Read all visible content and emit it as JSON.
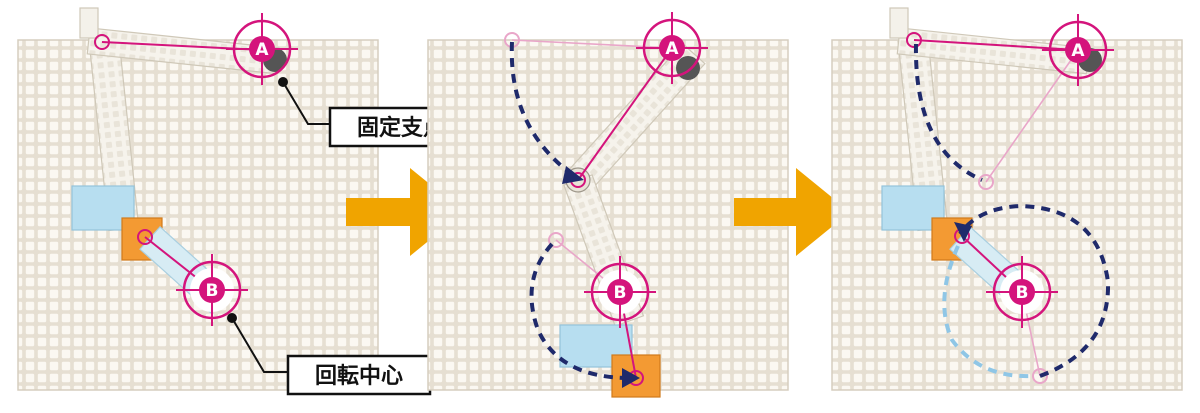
{
  "callouts": {
    "fixed_pivot": "固定支点",
    "rotation_center": "回転中心"
  },
  "markers": {
    "a": "A",
    "b": "B"
  },
  "colors": {
    "board": "#ede7dc",
    "board_hole": "#f9f6f0",
    "beam": "#f4f1ea",
    "accent": "#d4147c",
    "accent_light": "#e9a6c9",
    "path": "#1f2a6b",
    "path_light": "#8fc6e6",
    "arrow": "#f0a400",
    "block_blue": "#b7def0",
    "block_orange": "#f39a33"
  }
}
